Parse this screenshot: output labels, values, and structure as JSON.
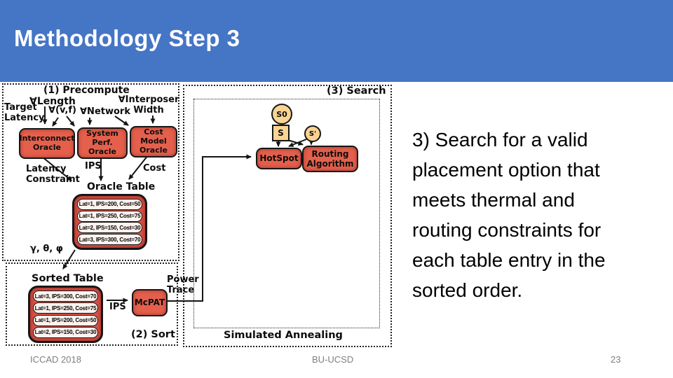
{
  "title": "Methodology Step 3",
  "body_text": "3) Search for a valid\nplacement option that\nmeets thermal and\nrouting constraints for\neach table entry in the\nsorted order.",
  "footer": {
    "conference": "ICCAD 2018",
    "affiliation": "BU-UCSD",
    "page_number": "23"
  },
  "colors": {
    "banner_blue": "#4575c5",
    "node_red": "#e4604d",
    "table_red": "#d85045",
    "node_tan": "#fbd392"
  },
  "diagram": {
    "precompute": {
      "label": "(1) Precompute",
      "target_latency": "Target\nLatency",
      "length": "∀Length",
      "vf": "∀(v,f)",
      "network": "∀Network",
      "interposer_width": "∀Interposer\nWidth",
      "interconnect_oracle": "Interconnect\nOracle",
      "system_perf_oracle": "System\nPerf. Oracle",
      "cost_model_oracle": "Cost Model\nOracle",
      "latency_constraint": "Latency\nConstraint",
      "ips": "IPS",
      "cost": "Cost",
      "oracle_table_label": "Oracle Table",
      "oracle_table_rows": [
        "Lat=1, IPS=200, Cost=50",
        "Lat=1, IPS=250, Cost=75",
        "Lat=2, IPS=150, Cost=30",
        "Lat=3, IPS=300, Cost=70"
      ],
      "angles": "γ, θ, φ"
    },
    "sort": {
      "label": "(2) Sort",
      "sorted_table_label": "Sorted Table",
      "sorted_table_rows": [
        "Lat=3, IPS=300, Cost=70",
        "Lat=1, IPS=250, Cost=75",
        "Lat=1, IPS=200, Cost=50",
        "Lat=2, IPS=150, Cost=30"
      ],
      "ips": "IPS",
      "mcpat": "McPAT",
      "power_trace": "Power\nTrace"
    },
    "search": {
      "label": "(3) Search",
      "s0": "S0",
      "s": "S",
      "s_prime": "S'",
      "hotspot": "HotSpot",
      "routing_algorithm": "Routing\nAlgorithm",
      "simulated_annealing": "Simulated Annealing"
    }
  }
}
